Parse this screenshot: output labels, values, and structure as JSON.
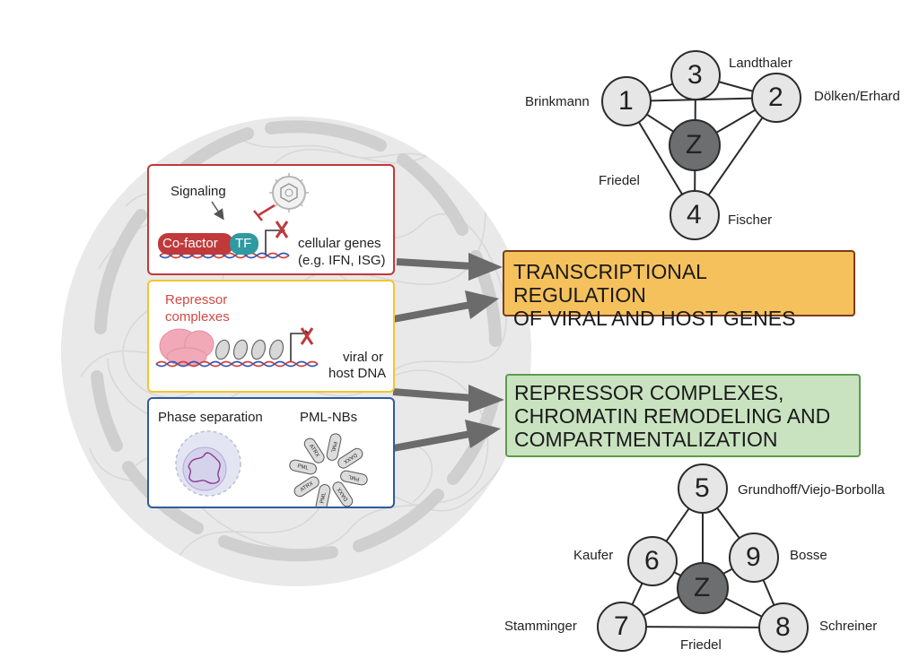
{
  "panels": {
    "signaling": {
      "signaling_label": "Signaling",
      "cofactor_label": "Co-factor",
      "tf_label": "TF",
      "genes_line1": "cellular genes",
      "genes_line2": "(e.g. IFN, ISG)",
      "border_color": "#c0393b"
    },
    "repressor": {
      "title_line1": "Repressor",
      "title_line2": "complexes",
      "dna_line1": "viral or",
      "dna_line2": "host DNA",
      "border_color": "#f2c531"
    },
    "phase": {
      "phase_label": "Phase separation",
      "pml_label": "PML-NBs",
      "border_color": "#2f5a9c",
      "pml_segments": [
        "PML",
        "DAXX",
        "PML",
        "DAXX",
        "PML",
        "ATRX",
        "PML",
        "ATRX"
      ]
    }
  },
  "themes": {
    "transcription": {
      "line1": "TRANSCRIPTIONAL REGULATION",
      "line2": "OF VIRAL AND HOST GENES",
      "fill": "#f5c15c",
      "border": "#7a3b1e"
    },
    "chromatin": {
      "line1": "REPRESSOR COMPLEXES,",
      "line2": "CHROMATIN REMODELING AND",
      "line3": "COMPARTMENTALIZATION",
      "fill": "#c9e3c0",
      "border": "#5f9a4f"
    }
  },
  "network_top": {
    "nodes": {
      "n1": {
        "num": "1",
        "name": "Brinkmann"
      },
      "n2": {
        "num": "2",
        "name": "Dölken/Erhard"
      },
      "n3": {
        "num": "3",
        "name": "Landthaler"
      },
      "n4": {
        "num": "4",
        "name": "Fischer"
      },
      "z": {
        "num": "Z"
      }
    },
    "edge_label": "Friedel"
  },
  "network_bottom": {
    "nodes": {
      "n5": {
        "num": "5",
        "name": "Grundhoff/Viejo-Borbolla"
      },
      "n6": {
        "num": "6",
        "name": "Kaufer"
      },
      "n7": {
        "num": "7",
        "name": "Stamminger"
      },
      "n8": {
        "num": "8",
        "name": "Schreiner"
      },
      "n9": {
        "num": "9",
        "name": "Bosse"
      },
      "z": {
        "num": "Z"
      }
    },
    "edge_label": "Friedel"
  },
  "colors": {
    "node_fill": "#e6e6e6",
    "node_center_fill": "#6d6e70",
    "arrow": "#6b6b6b",
    "nucleus_fill": "#e9e9e9",
    "envelope": "#cfcfcf",
    "repressor_text": "#d24a43",
    "dna_red": "#d0403a",
    "dna_blue": "#3a55b0",
    "pink": "#f1a9b8",
    "tf": "#2f9aa0"
  }
}
